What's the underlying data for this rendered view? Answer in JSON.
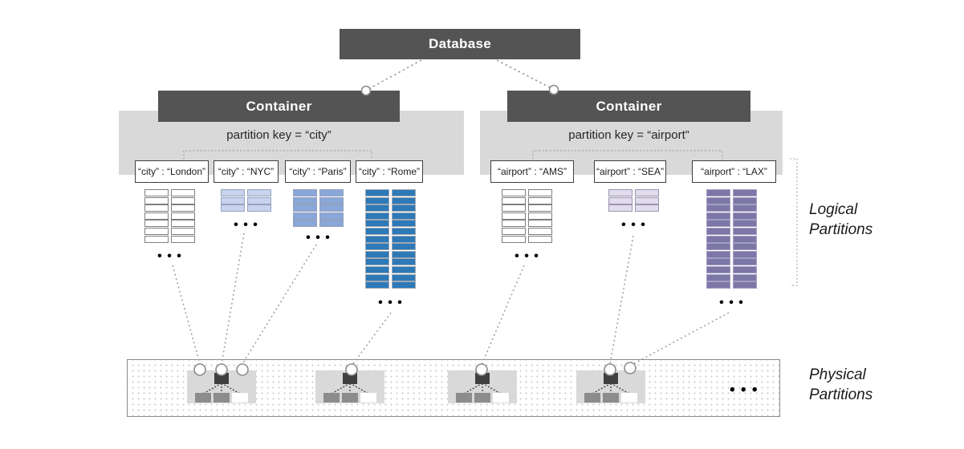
{
  "diagram": {
    "database": {
      "label": "Database"
    },
    "containers": [
      {
        "label": "Container",
        "partition_key": "partition key = “city”",
        "logical_partitions": [
          {
            "key_value": "“city” : “London”",
            "doc_rows": 7,
            "doc_fill": "#ffffff",
            "doc_border": "#7f7f7f"
          },
          {
            "key_value": "“city” : “NYC”",
            "doc_rows": 3,
            "doc_fill": "#c8d3ee",
            "doc_border": "#98a2bd"
          },
          {
            "key_value": "“city” : “Paris”",
            "doc_rows": 5,
            "doc_fill": "#8aa7d9",
            "doc_border": "#93a0bb"
          },
          {
            "key_value": "“city” : “Rome”",
            "doc_rows": 13,
            "doc_fill": "#2e79b8",
            "doc_border": "#9fa8b2"
          }
        ]
      },
      {
        "label": "Container",
        "partition_key": "partition key = “airport”",
        "logical_partitions": [
          {
            "key_value": "“airport” : “AMS”",
            "doc_rows": 7,
            "doc_fill": "#ffffff",
            "doc_border": "#7f7f7f"
          },
          {
            "key_value": "“airport” : “SEA”",
            "doc_rows": 3,
            "doc_fill": "#e1dcee",
            "doc_border": "#9b95ad"
          },
          {
            "key_value": "“airport” : “LAX”",
            "doc_rows": 13,
            "doc_fill": "#7d77a8",
            "doc_border": "#a49fc0"
          }
        ]
      }
    ],
    "stack_ellipsis": "• • •",
    "physical_partitions": {
      "machine_count": 4,
      "ellipsis": "• • •"
    },
    "annotations": {
      "logical": "Logical Partitions",
      "physical": "Physical Partitions"
    },
    "colors": {
      "dark_box": "#545454",
      "band": "#d9d9d9",
      "tile": "#d9d9d9",
      "server_dark": "#3f3f3f",
      "server_gray": "#8c8c8c",
      "connector": "#9e9e9e"
    }
  }
}
